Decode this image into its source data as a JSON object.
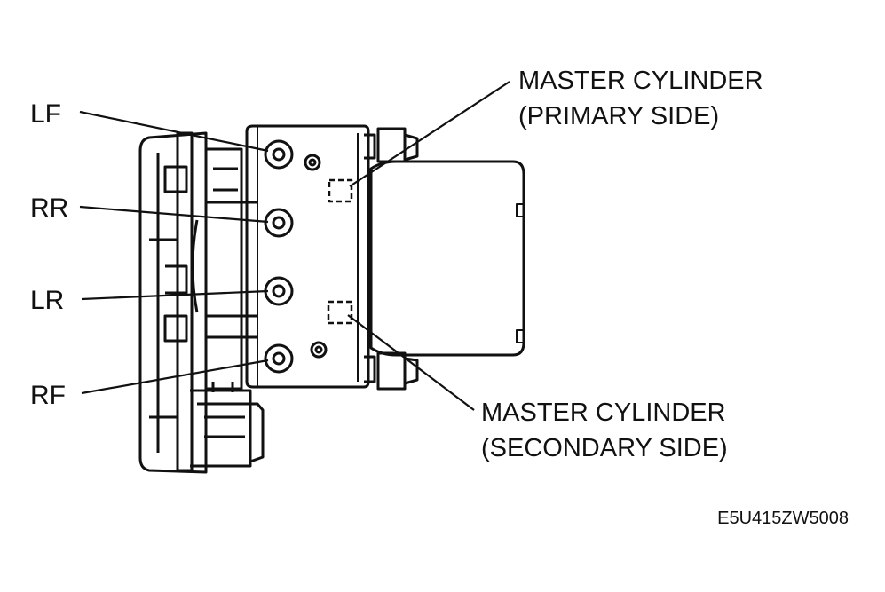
{
  "port_labels": {
    "lf": "LF",
    "rr": "RR",
    "lr": "LR",
    "rf": "RF"
  },
  "callouts": {
    "primary": {
      "line1": "MASTER CYLINDER",
      "line2": "(PRIMARY SIDE)"
    },
    "secondary": {
      "line1": "MASTER CYLINDER",
      "line2": "(SECONDARY SIDE)"
    }
  },
  "figure_code": "E5U415ZW5008"
}
